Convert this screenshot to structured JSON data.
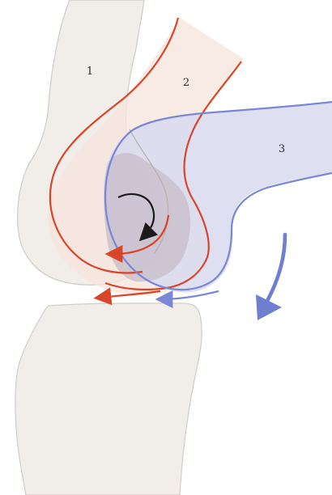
{
  "diagram": {
    "labels": {
      "position_1": "1",
      "position_2": "2",
      "position_3": "3"
    },
    "colors": {
      "background": "#ffffff",
      "bone_fill": "#f1eeea",
      "bone_outline": "#cfc7c0",
      "position_2_fill": "#f6e5dc",
      "position_3_fill": "#d7d9ef",
      "overlap_fill": "#c7bcc8",
      "red_outline": "#d9452b",
      "blue_outline": "#7a86d6",
      "blue_arrow": "#6f7fd0",
      "black_arrow": "#1b1b1b"
    }
  }
}
